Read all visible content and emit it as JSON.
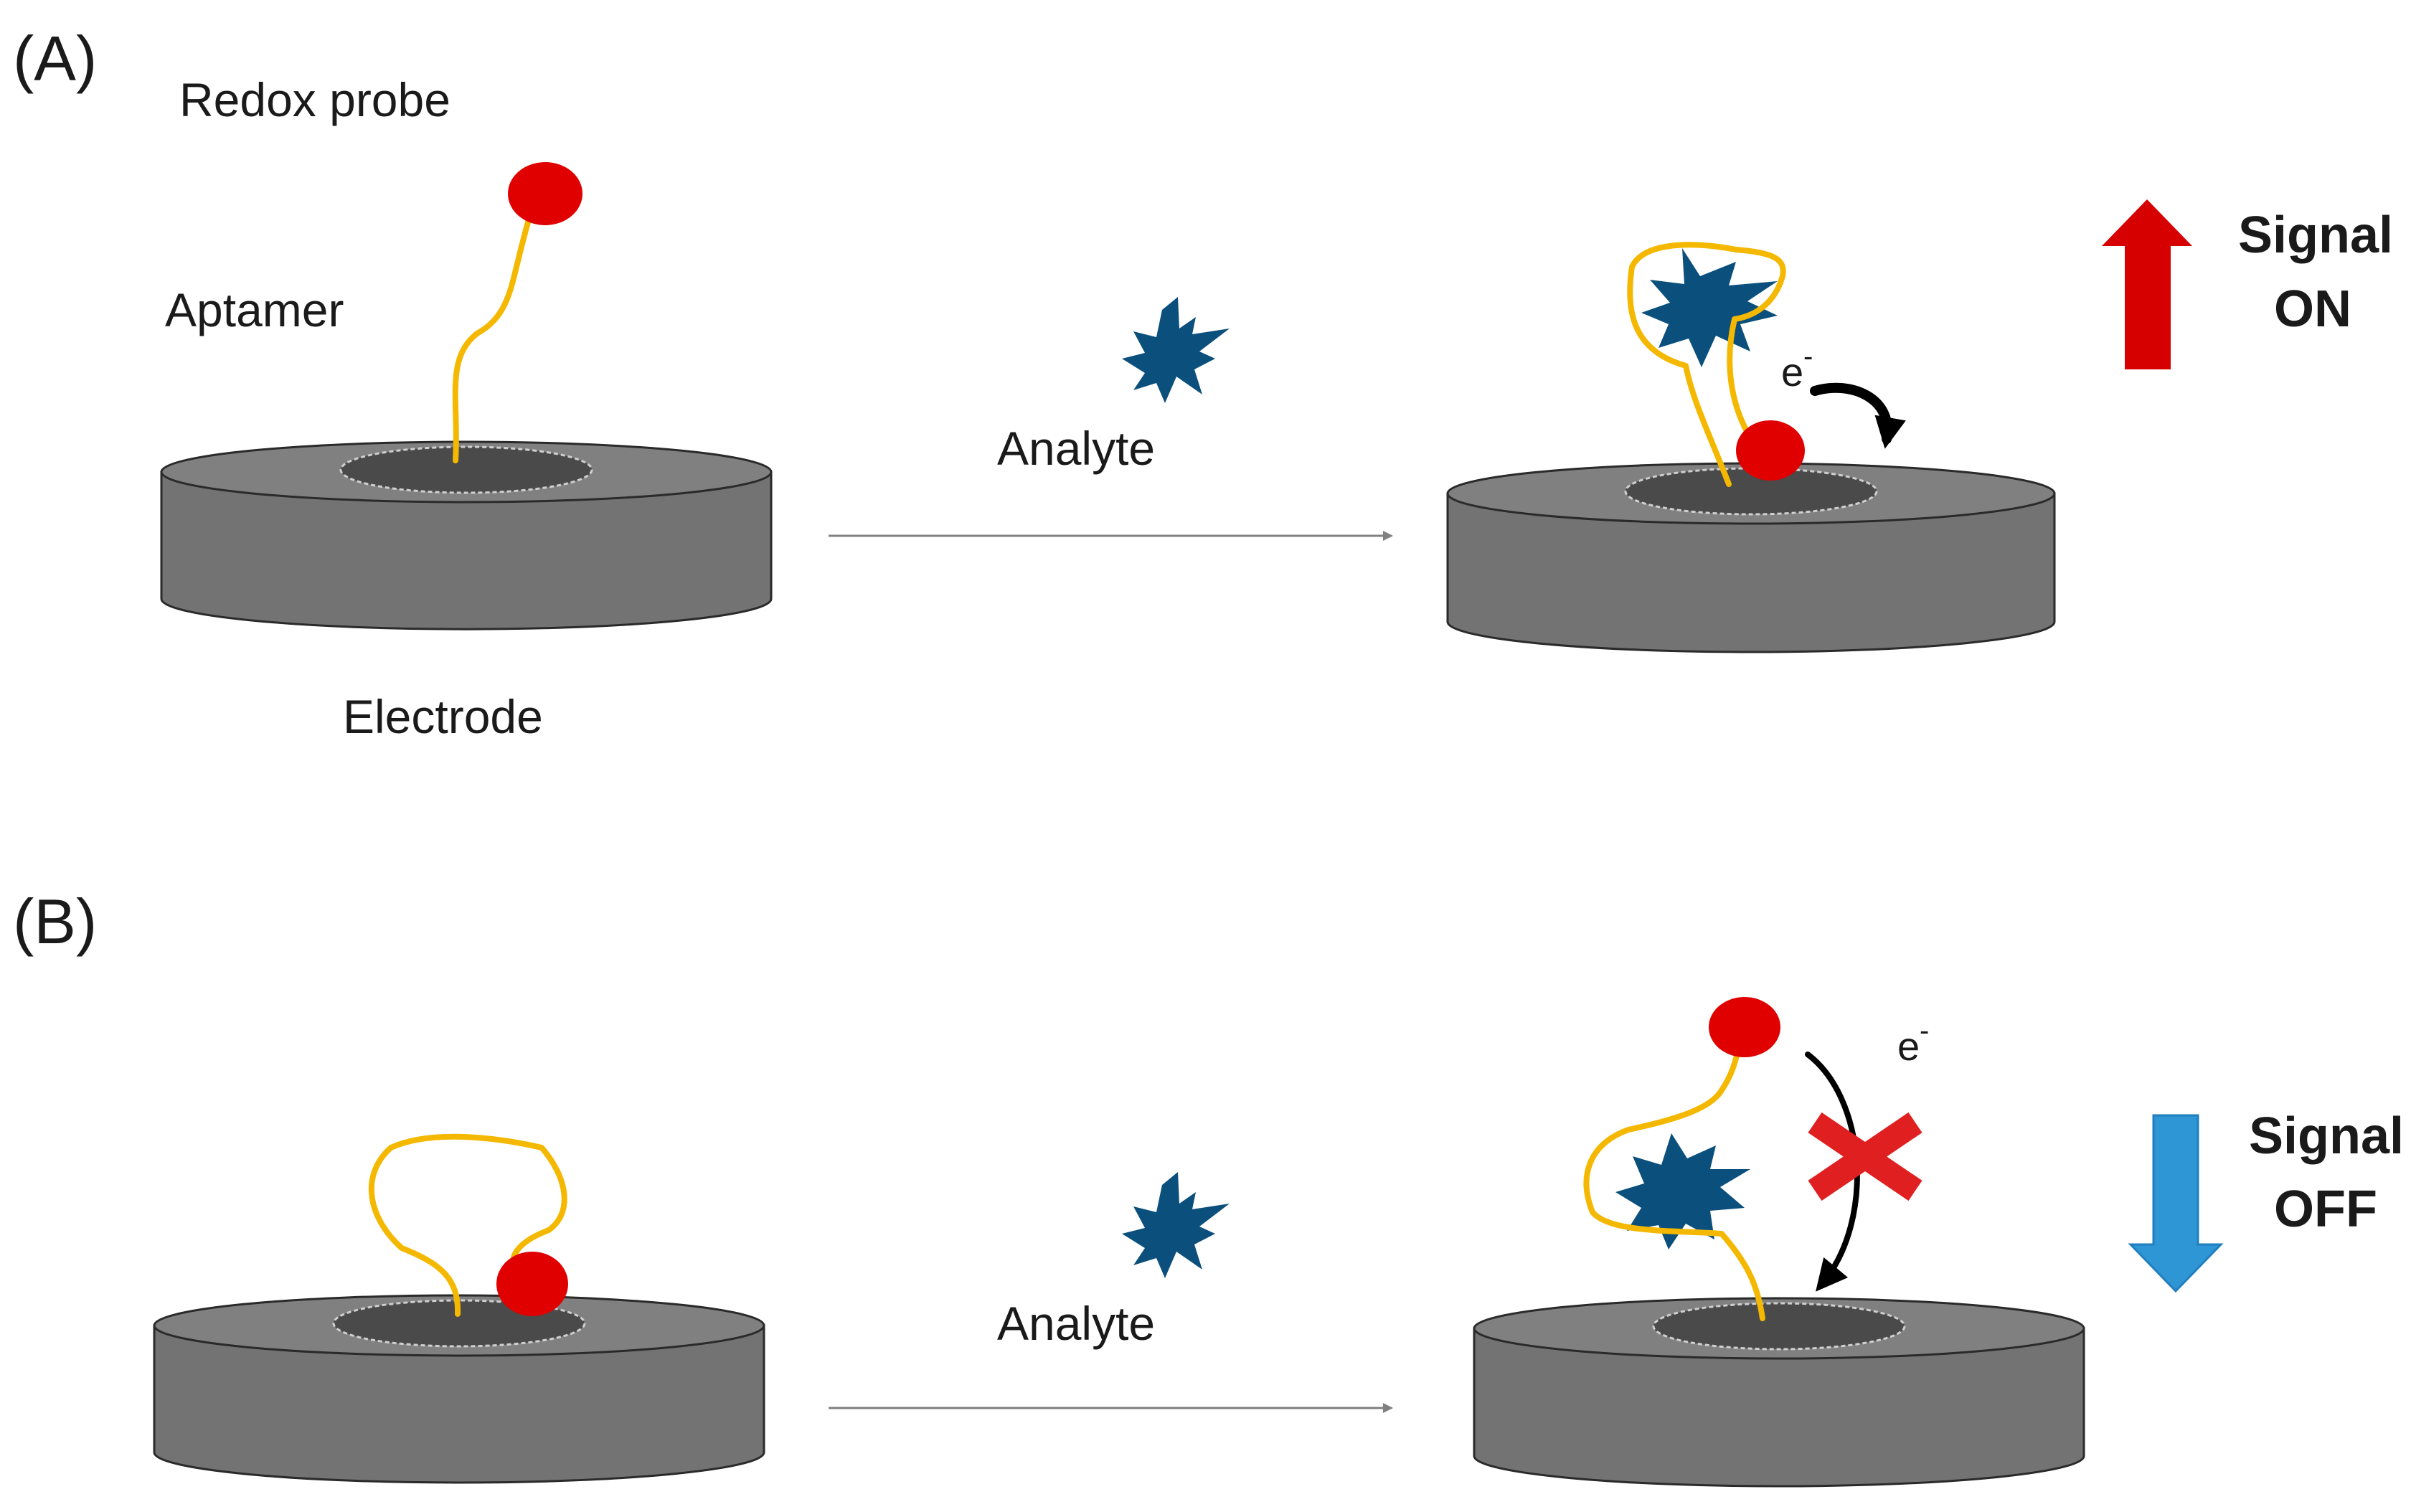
{
  "panel_a": {
    "label": "(A)",
    "redox_probe_label": "Redox probe",
    "aptamer_label": "Aptamer",
    "electrode_label": "Electrode",
    "analyte_label": "Analyte",
    "electron": "e",
    "electron_sup": "-",
    "signal_line1": "Signal",
    "signal_line2": "ON",
    "signal_color": "#d60000"
  },
  "panel_b": {
    "label": "(B)",
    "analyte_label": "Analyte",
    "electron": "e",
    "electron_sup": "-",
    "signal_line1": "Signal",
    "signal_line2": "OFF",
    "signal_color": "#2f96d6",
    "block_color": "#e02020"
  },
  "colors": {
    "aptamer": "#f5b800",
    "redox_probe": "#e00000",
    "analyte": "#0b4f7c",
    "electrode_top": "#808080",
    "electrode_side": "#737373",
    "electrode_well": "#4a4a4a"
  },
  "icons": [
    "electrode-icon",
    "aptamer-icon",
    "redox-probe-icon",
    "analyte-star-icon",
    "signal-up-arrow-icon",
    "signal-down-arrow-icon",
    "blocked-x-icon",
    "electron-transfer-arrow-icon"
  ]
}
